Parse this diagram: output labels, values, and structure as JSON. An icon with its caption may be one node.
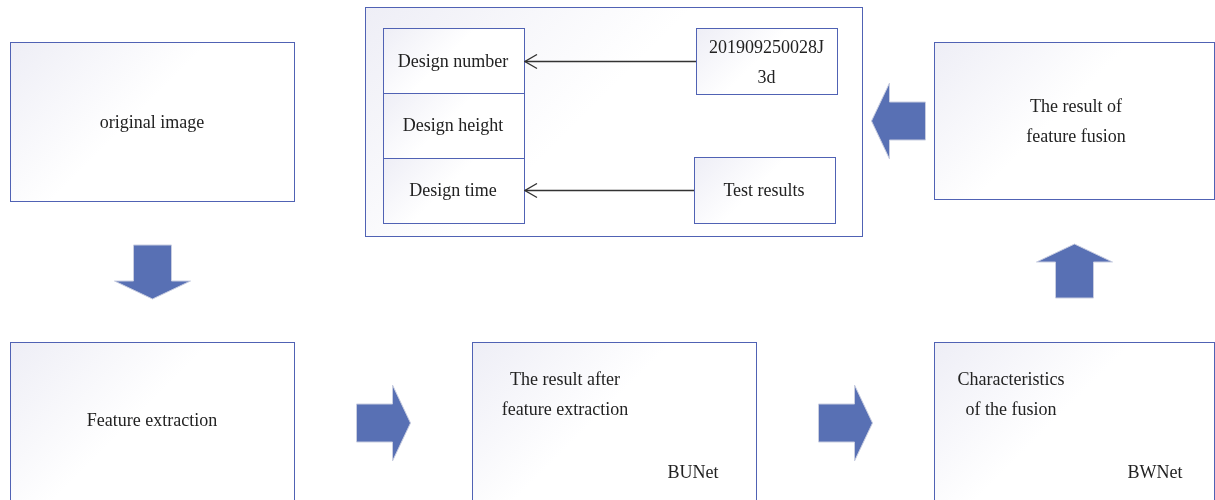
{
  "diagram": {
    "nodes": [
      {
        "text": [
          "original image"
        ]
      },
      {
        "text": [],
        "shape": "box"
      },
      {
        "text": [
          "Design number"
        ],
        "in": 1
      },
      {
        "text": [
          "Design height"
        ],
        "in": 1
      },
      {
        "text": [
          "Design time"
        ],
        "in": 1
      },
      {
        "text": [
          "201909250028J 3d"
        ],
        "in": 1
      },
      {
        "text": [
          "Test results"
        ],
        "in": 1
      },
      {
        "text": [
          "The result of feature fusion"
        ]
      },
      {
        "text": [
          "Feature extraction"
        ]
      },
      {
        "text": [
          "The result after feature extraction",
          "BUNet"
        ]
      },
      {
        "text": [
          "Characteristics of the fusion",
          "BWNet"
        ]
      }
    ],
    "edges": [
      {
        "from": 5,
        "to": 2,
        "arrow": "to"
      },
      {
        "from": 6,
        "to": 4,
        "arrow": "to"
      },
      {
        "from": 0,
        "to": 8,
        "arrow": "to",
        "style": "thick"
      },
      {
        "from": 8,
        "to": 9,
        "arrow": "to",
        "style": "thick"
      },
      {
        "from": 9,
        "to": 10,
        "arrow": "to",
        "style": "thick"
      },
      {
        "from": 10,
        "to": 7,
        "arrow": "to",
        "style": "thick"
      },
      {
        "from": 7,
        "to": 1,
        "arrow": "to",
        "style": "thick"
      }
    ]
  }
}
